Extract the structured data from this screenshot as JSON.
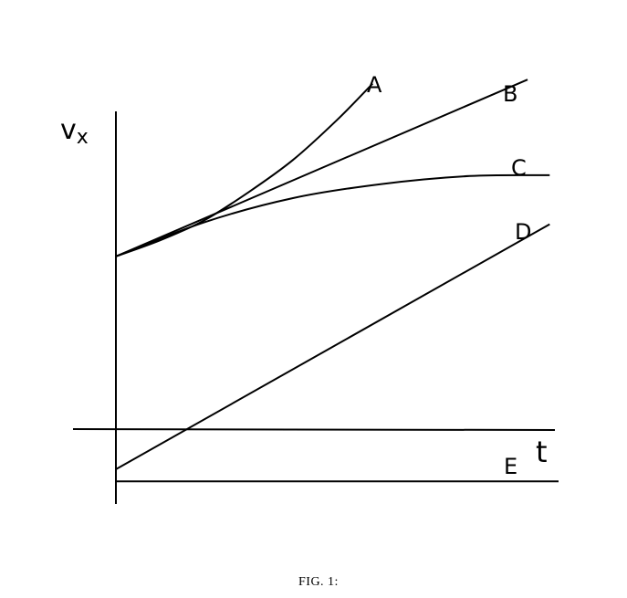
{
  "chart_data": {
    "type": "line",
    "title": "",
    "xlabel": "t",
    "ylabel": "vx",
    "ylabel_subscript": "x",
    "ylabel_main": "v",
    "xlim": [
      0,
      10
    ],
    "ylim": [
      -1.2,
      8.6
    ],
    "grid": false,
    "legend": "none",
    "series": [
      {
        "name": "A",
        "x": [
          0,
          1,
          2,
          3,
          4,
          5,
          5.8
        ],
        "y": [
          4.3,
          4.7,
          5.2,
          5.9,
          6.7,
          7.7,
          8.6
        ]
      },
      {
        "name": "B",
        "x": [
          0,
          9.3
        ],
        "y": [
          4.3,
          8.7
        ]
      },
      {
        "name": "C",
        "x": [
          0,
          2,
          4,
          6,
          8,
          9.8
        ],
        "y": [
          4.3,
          5.15,
          5.75,
          6.1,
          6.3,
          6.32
        ]
      },
      {
        "name": "D",
        "x": [
          0,
          9.8
        ],
        "y": [
          -1.0,
          5.1
        ]
      },
      {
        "name": "E",
        "x": [
          0,
          10
        ],
        "y": [
          -1.3,
          -1.3
        ]
      }
    ]
  },
  "caption": "FIG. 1:"
}
